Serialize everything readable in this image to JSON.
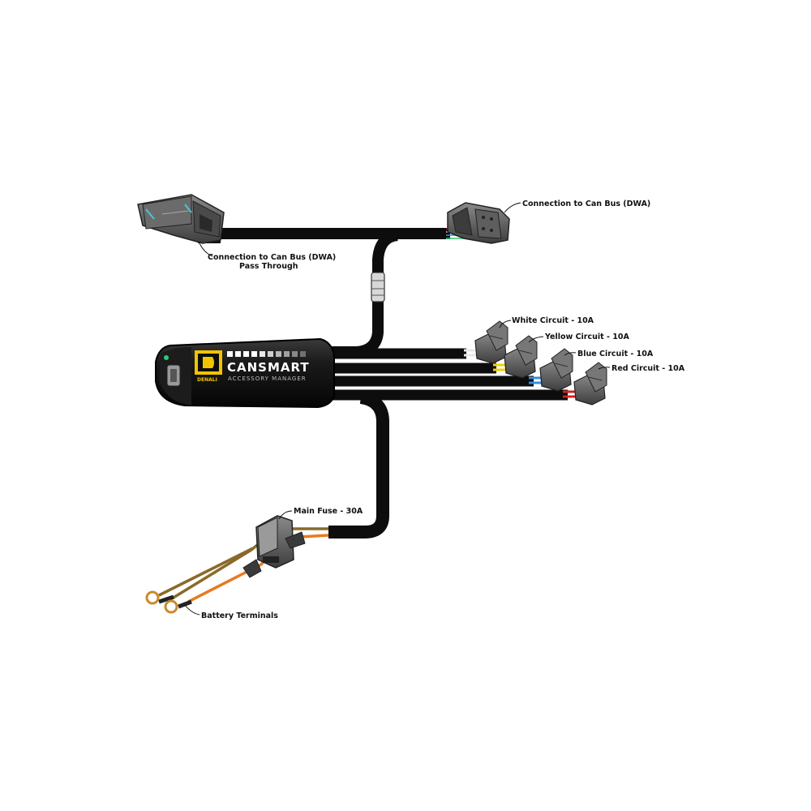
{
  "device": {
    "logo_text": "DENALI",
    "name": "CANSMART",
    "tagline": "ACCESSORY MANAGER"
  },
  "labels": {
    "can_bus_pass_through_line1": "Connection to Can Bus (DWA)",
    "can_bus_pass_through_line2": "Pass Through",
    "can_bus": "Connection to Can Bus (DWA)",
    "white_circuit": "White Circuit - 10A",
    "yellow_circuit": "Yellow Circuit - 10A",
    "blue_circuit": "Blue Circuit - 10A",
    "red_circuit": "Red Circuit - 10A",
    "main_fuse": "Main Fuse - 30A",
    "battery_terminals": "Battery Terminals"
  },
  "colors": {
    "cable": "#0d0d0d",
    "connector_body": "#5a5a5a",
    "brand_accent": "#f2c400",
    "led_green": "#2ecc71",
    "white_wire": "#e8e8e8",
    "yellow_wire": "#f2d000",
    "blue_wire": "#2f8fe0",
    "red_wire": "#d42020",
    "positive_wire": "#e87a1e",
    "negative_wire": "#8a6a2a"
  }
}
